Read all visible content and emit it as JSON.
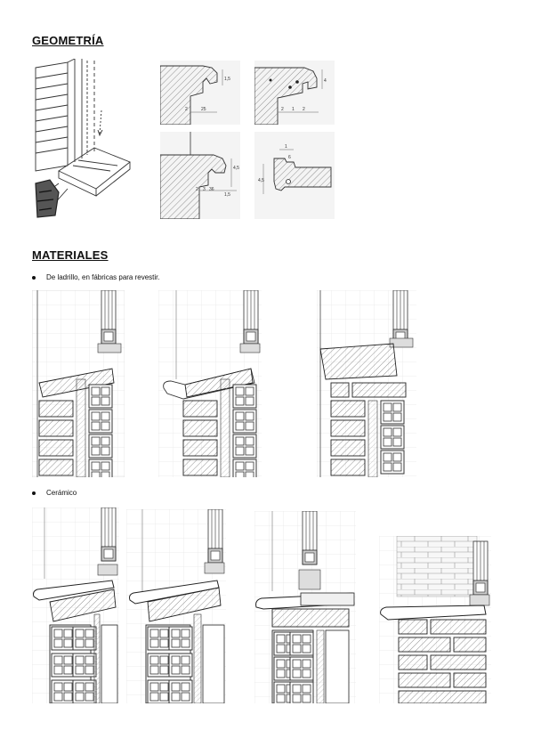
{
  "sections": {
    "geometry_heading": "GEOMETRÍA",
    "materials_heading": "MATERIALES"
  },
  "bullets": {
    "brick": "De ladrillo, en fábricas para revestir.",
    "ceramic": "Cerámico"
  },
  "geometry_figures": {
    "profile_a": [
      "2",
      "25",
      "1,5"
    ],
    "profile_b": [
      "2",
      "1",
      "2",
      "4"
    ],
    "profile_c": [
      "2",
      "3",
      "36",
      "1,5",
      "4,5"
    ],
    "profile_d": [
      "1",
      "6",
      "4,5"
    ]
  }
}
